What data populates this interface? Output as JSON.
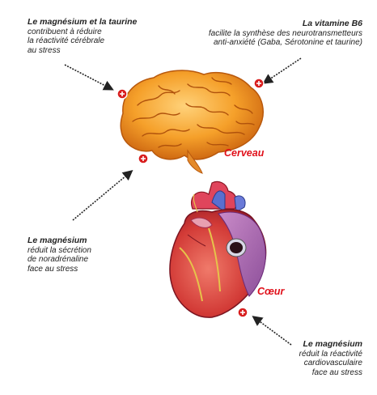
{
  "annotations": {
    "top_left": {
      "title": "Le magnésium et la taurine",
      "lines": [
        "contribuent à réduire",
        "la réactivité cérébrale",
        "au stress"
      ]
    },
    "top_right": {
      "title": "La vitamine B6",
      "lines": [
        "facilite la synthèse des neurotransmetteurs",
        "anti-anxiété (Gaba, Sérotonine et taurine)"
      ]
    },
    "middle_left": {
      "title": "Le magnésium",
      "lines": [
        "réduit la sécrétion",
        "de noradrénaline",
        "face au stress"
      ]
    },
    "bottom_right": {
      "title": "Le magnésium",
      "lines": [
        "réduit la réactivité",
        "cardiovasculaire",
        "face au stress"
      ]
    }
  },
  "labels": {
    "brain": "Cerveau",
    "heart": "Cœur"
  },
  "colors": {
    "label_red": "#e0101a",
    "marker_red": "#d81e1e",
    "brain_orange": "#f08a1c",
    "heart_red": "#c8283a"
  },
  "icons": [
    "brain-illustration",
    "heart-illustration",
    "plus-marker-icon",
    "arrow-icon"
  ]
}
